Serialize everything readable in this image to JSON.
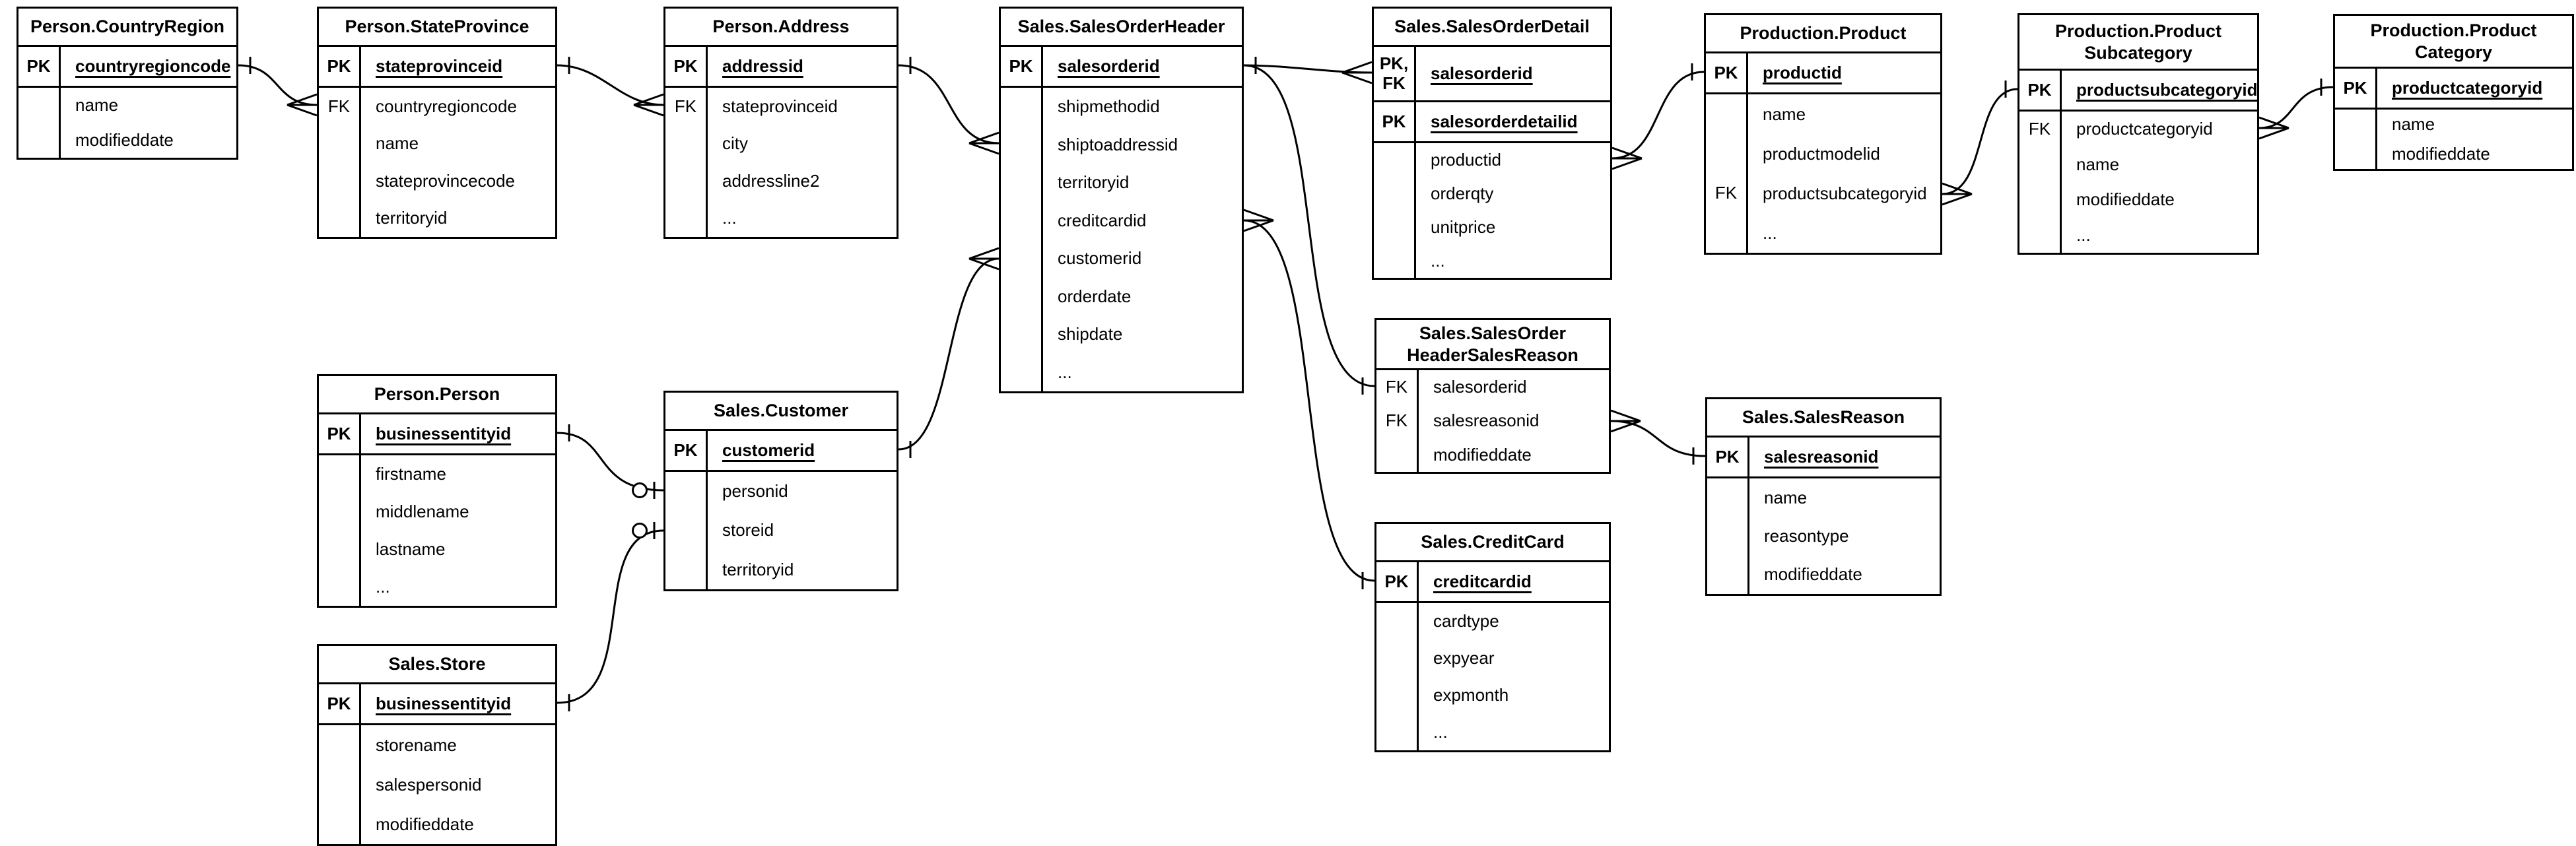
{
  "diagram": {
    "colors": {
      "stroke": "#000000",
      "background": "#ffffff"
    },
    "tables": [
      {
        "id": "person_countryregion",
        "title": "Person.CountryRegion",
        "key_rows": [
          {
            "label": "PK",
            "name": "countryregioncode"
          }
        ],
        "body_rows": [
          {
            "label": "",
            "name": "name"
          },
          {
            "label": "",
            "name": "modifieddate"
          }
        ]
      },
      {
        "id": "person_stateprovince",
        "title": "Person.StateProvince",
        "key_rows": [
          {
            "label": "PK",
            "name": "stateprovinceid"
          }
        ],
        "body_rows": [
          {
            "label": "FK",
            "name": "countryregioncode"
          },
          {
            "label": "",
            "name": "name"
          },
          {
            "label": "",
            "name": "stateprovincecode"
          },
          {
            "label": "",
            "name": "territoryid"
          }
        ]
      },
      {
        "id": "person_address",
        "title": "Person.Address",
        "key_rows": [
          {
            "label": "PK",
            "name": "addressid"
          }
        ],
        "body_rows": [
          {
            "label": "FK",
            "name": "stateprovinceid"
          },
          {
            "label": "",
            "name": "city"
          },
          {
            "label": "",
            "name": "addressline2"
          },
          {
            "label": "",
            "name": "..."
          }
        ]
      },
      {
        "id": "sales_salesorderheader",
        "title": "Sales.SalesOrderHeader",
        "key_rows": [
          {
            "label": "PK",
            "name": "salesorderid"
          }
        ],
        "body_rows": [
          {
            "label": "",
            "name": "shipmethodid"
          },
          {
            "label": "",
            "name": "shiptoaddressid"
          },
          {
            "label": "",
            "name": "territoryid"
          },
          {
            "label": "",
            "name": "creditcardid"
          },
          {
            "label": "",
            "name": "customerid"
          },
          {
            "label": "",
            "name": "orderdate"
          },
          {
            "label": "",
            "name": "shipdate"
          },
          {
            "label": "",
            "name": "..."
          }
        ]
      },
      {
        "id": "sales_salesorderdetail",
        "title": "Sales.SalesOrderDetail",
        "key_rows": [
          {
            "label": "PK,\nFK",
            "name": "salesorderid"
          },
          {
            "label": "PK",
            "name": "salesorderdetailid"
          }
        ],
        "body_rows": [
          {
            "label": "",
            "name": "productid"
          },
          {
            "label": "",
            "name": "orderqty"
          },
          {
            "label": "",
            "name": "unitprice"
          },
          {
            "label": "",
            "name": "..."
          }
        ]
      },
      {
        "id": "production_product",
        "title": "Production.Product",
        "key_rows": [
          {
            "label": "PK",
            "name": "productid"
          }
        ],
        "body_rows": [
          {
            "label": "",
            "name": "name"
          },
          {
            "label": "",
            "name": "productmodelid"
          },
          {
            "label": "FK",
            "name": "productsubcategoryid"
          },
          {
            "label": "",
            "name": "..."
          }
        ]
      },
      {
        "id": "production_productsubcategory",
        "title": "Production.Product\nSubcategory",
        "key_rows": [
          {
            "label": "PK",
            "name": "productsubcategoryid"
          }
        ],
        "body_rows": [
          {
            "label": "FK",
            "name": "productcategoryid"
          },
          {
            "label": "",
            "name": "name"
          },
          {
            "label": "",
            "name": "modifieddate"
          },
          {
            "label": "",
            "name": "..."
          }
        ]
      },
      {
        "id": "production_productcategory",
        "title": "Production.Product\nCategory",
        "key_rows": [
          {
            "label": "PK",
            "name": "productcategoryid"
          }
        ],
        "body_rows": [
          {
            "label": "",
            "name": "name"
          },
          {
            "label": "",
            "name": "modifieddate"
          }
        ]
      },
      {
        "id": "person_person",
        "title": "Person.Person",
        "key_rows": [
          {
            "label": "PK",
            "name": "businessentityid"
          }
        ],
        "body_rows": [
          {
            "label": "",
            "name": "firstname"
          },
          {
            "label": "",
            "name": "middlename"
          },
          {
            "label": "",
            "name": "lastname"
          },
          {
            "label": "",
            "name": "..."
          }
        ]
      },
      {
        "id": "sales_customer",
        "title": "Sales.Customer",
        "key_rows": [
          {
            "label": "PK",
            "name": "customerid"
          }
        ],
        "body_rows": [
          {
            "label": "",
            "name": "personid"
          },
          {
            "label": "",
            "name": "storeid"
          },
          {
            "label": "",
            "name": "territoryid"
          }
        ]
      },
      {
        "id": "sales_salesorderheadersalesreason",
        "title": "Sales.SalesOrder\nHeaderSalesReason",
        "key_rows": [],
        "body_rows": [
          {
            "label": "FK",
            "name": "salesorderid"
          },
          {
            "label": "FK",
            "name": "salesreasonid"
          },
          {
            "label": "",
            "name": "modifieddate"
          }
        ]
      },
      {
        "id": "sales_salesreason",
        "title": "Sales.SalesReason",
        "key_rows": [
          {
            "label": "PK",
            "name": "salesreasonid"
          }
        ],
        "body_rows": [
          {
            "label": "",
            "name": "name"
          },
          {
            "label": "",
            "name": "reasontype"
          },
          {
            "label": "",
            "name": "modifieddate"
          }
        ]
      },
      {
        "id": "sales_creditcard",
        "title": "Sales.CreditCard",
        "key_rows": [
          {
            "label": "PK",
            "name": "creditcardid"
          }
        ],
        "body_rows": [
          {
            "label": "",
            "name": "cardtype"
          },
          {
            "label": "",
            "name": "expyear"
          },
          {
            "label": "",
            "name": "expmonth"
          },
          {
            "label": "",
            "name": "..."
          }
        ]
      },
      {
        "id": "sales_store",
        "title": "Sales.Store",
        "key_rows": [
          {
            "label": "PK",
            "name": "businessentityid"
          }
        ],
        "body_rows": [
          {
            "label": "",
            "name": "storename"
          },
          {
            "label": "",
            "name": "salespersonid"
          },
          {
            "label": "",
            "name": "modifieddate"
          }
        ]
      }
    ],
    "relationships": [
      {
        "id": "countryregion-stateprovince",
        "from_table": "Person.CountryRegion",
        "from_field": "countryregioncode",
        "to_table": "Person.StateProvince",
        "to_field": "countryregioncode",
        "from_cardinality": "one",
        "to_cardinality": "many"
      },
      {
        "id": "stateprovince-address",
        "from_table": "Person.StateProvince",
        "from_field": "stateprovinceid",
        "to_table": "Person.Address",
        "to_field": "stateprovinceid",
        "from_cardinality": "one",
        "to_cardinality": "many"
      },
      {
        "id": "address-salesorderheader",
        "from_table": "Person.Address",
        "from_field": "addressid",
        "to_table": "Sales.SalesOrderHeader",
        "to_field": "shiptoaddressid",
        "from_cardinality": "one",
        "to_cardinality": "many"
      },
      {
        "id": "customer-salesorderheader",
        "from_table": "Sales.Customer",
        "from_field": "customerid",
        "to_table": "Sales.SalesOrderHeader",
        "to_field": "customerid",
        "from_cardinality": "one",
        "to_cardinality": "many"
      },
      {
        "id": "person-customer",
        "from_table": "Person.Person",
        "from_field": "businessentityid",
        "to_table": "Sales.Customer",
        "to_field": "personid",
        "from_cardinality": "one",
        "to_cardinality": "zero-or-one"
      },
      {
        "id": "store-customer",
        "from_table": "Sales.Store",
        "from_field": "businessentityid",
        "to_table": "Sales.Customer",
        "to_field": "storeid",
        "from_cardinality": "one",
        "to_cardinality": "zero-or-one"
      },
      {
        "id": "salesorderheader-salesorderdetail",
        "from_table": "Sales.SalesOrderHeader",
        "from_field": "salesorderid",
        "to_table": "Sales.SalesOrderDetail",
        "to_field": "salesorderid",
        "from_cardinality": "one",
        "to_cardinality": "many"
      },
      {
        "id": "salesorderheader-headersalesreason",
        "from_table": "Sales.SalesOrderHeader",
        "from_field": "salesorderid",
        "to_table": "Sales.SalesOrderHeaderSalesReason",
        "to_field": "salesorderid",
        "from_cardinality": "one",
        "to_cardinality": "one"
      },
      {
        "id": "salesorderheader-creditcard",
        "from_table": "Sales.SalesOrderHeader",
        "from_field": "creditcardid",
        "to_table": "Sales.CreditCard",
        "to_field": "creditcardid",
        "from_cardinality": "many",
        "to_cardinality": "one"
      },
      {
        "id": "headersalesreason-salesreason",
        "from_table": "Sales.SalesOrderHeaderSalesReason",
        "from_field": "salesreasonid",
        "to_table": "Sales.SalesReason",
        "to_field": "salesreasonid",
        "from_cardinality": "many",
        "to_cardinality": "one"
      },
      {
        "id": "salesorderdetail-product",
        "from_table": "Sales.SalesOrderDetail",
        "from_field": "productid",
        "to_table": "Production.Product",
        "to_field": "productid",
        "from_cardinality": "many",
        "to_cardinality": "one"
      },
      {
        "id": "product-productsubcategory",
        "from_table": "Production.Product",
        "from_field": "productsubcategoryid",
        "to_table": "Production.ProductSubcategory",
        "to_field": "productsubcategoryid",
        "from_cardinality": "many",
        "to_cardinality": "one"
      },
      {
        "id": "productsubcategory-productcategory",
        "from_table": "Production.ProductSubcategory",
        "from_field": "productcategoryid",
        "to_table": "Production.ProductCategory",
        "to_field": "productcategoryid",
        "from_cardinality": "many",
        "to_cardinality": "one"
      }
    ]
  }
}
